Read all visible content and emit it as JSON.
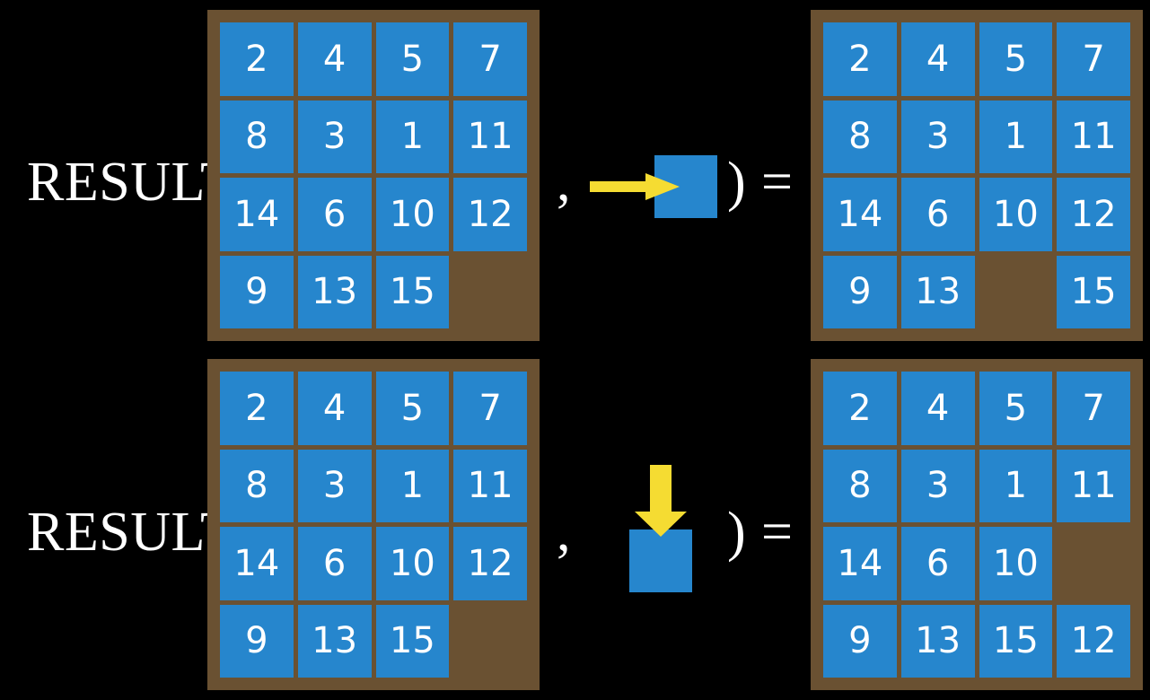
{
  "figure": {
    "background_color": "#000000",
    "tile_color": "#2686cd",
    "board_color": "#6a5132",
    "arrow_color": "#f5dc32",
    "text_color": "#ffffff"
  },
  "rows": [
    {
      "id": "row-top",
      "label": "RESULT(",
      "comma": ",",
      "close_paren": ")",
      "equals": "=",
      "operand": {
        "icon": "arrow-right-into-tile",
        "direction": "right",
        "description": "slide tile right"
      },
      "input_board": {
        "name": "input-board-top",
        "grid": [
          [
            "2",
            "4",
            "5",
            "7"
          ],
          [
            "8",
            "3",
            "1",
            "11"
          ],
          [
            "14",
            "6",
            "10",
            "12"
          ],
          [
            "9",
            "13",
            "15",
            ""
          ]
        ]
      },
      "output_board": {
        "name": "output-board-top",
        "grid": [
          [
            "2",
            "4",
            "5",
            "7"
          ],
          [
            "8",
            "3",
            "1",
            "11"
          ],
          [
            "14",
            "6",
            "10",
            "12"
          ],
          [
            "9",
            "13",
            "",
            "15"
          ]
        ]
      }
    },
    {
      "id": "row-bottom",
      "label": "RESULT(",
      "comma": ",",
      "close_paren": ")",
      "equals": "=",
      "operand": {
        "icon": "arrow-down-into-tile",
        "direction": "down",
        "description": "slide tile down"
      },
      "input_board": {
        "name": "input-board-bottom",
        "grid": [
          [
            "2",
            "4",
            "5",
            "7"
          ],
          [
            "8",
            "3",
            "1",
            "11"
          ],
          [
            "14",
            "6",
            "10",
            "12"
          ],
          [
            "9",
            "13",
            "15",
            ""
          ]
        ]
      },
      "output_board": {
        "name": "output-board-bottom",
        "grid": [
          [
            "2",
            "4",
            "5",
            "7"
          ],
          [
            "8",
            "3",
            "1",
            "11"
          ],
          [
            "14",
            "6",
            "10",
            ""
          ],
          [
            "9",
            "13",
            "15",
            "12"
          ]
        ]
      }
    }
  ]
}
